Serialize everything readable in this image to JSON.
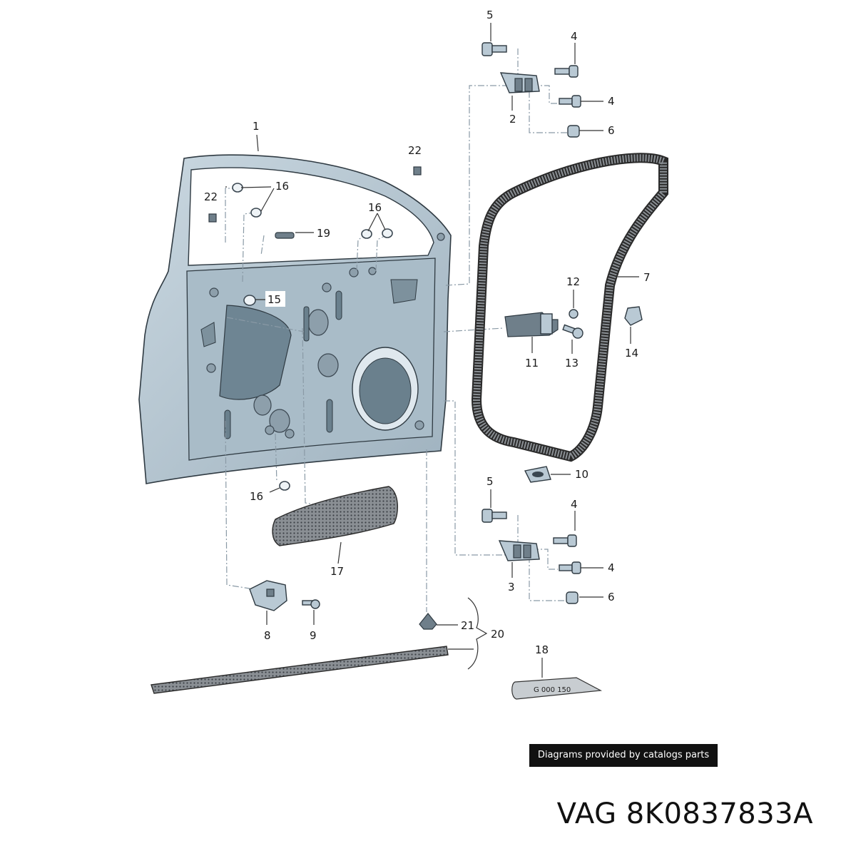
{
  "callouts": [
    "1",
    "2",
    "3",
    "4",
    "4",
    "4",
    "4",
    "5",
    "5",
    "6",
    "6",
    "7",
    "8",
    "9",
    "10",
    "11",
    "12",
    "13",
    "14",
    "15",
    "16",
    "16",
    "16",
    "17",
    "18",
    "19",
    "20",
    "21",
    "22",
    "22"
  ],
  "tube_label": "G 000 150",
  "credit": "Diagrams provided by catalogs parts",
  "part_number": "VAG 8K0837833A"
}
